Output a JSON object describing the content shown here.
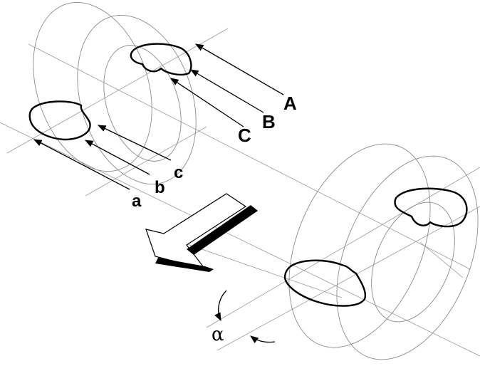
{
  "labels": {
    "A": "A",
    "B": "B",
    "C": "C",
    "a": "a",
    "b": "b",
    "c": "c",
    "alpha": "α"
  },
  "colors": {
    "outline": "#000000",
    "construction": "#8c8c8c"
  }
}
